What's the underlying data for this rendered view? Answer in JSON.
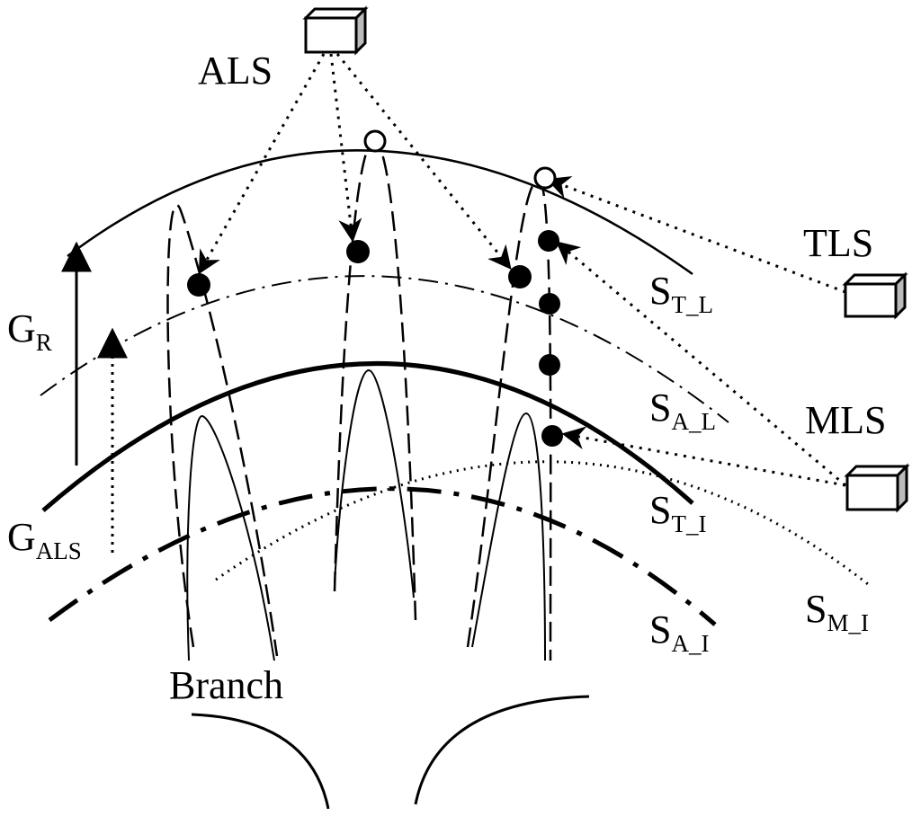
{
  "sensors": {
    "als": "ALS",
    "tls": "TLS",
    "mls": "MLS"
  },
  "surfaces": {
    "s_t_l": {
      "main": "S",
      "sub": "T_L"
    },
    "s_a_l": {
      "main": "S",
      "sub": "A_L"
    },
    "s_t_i": {
      "main": "S",
      "sub": "T_I"
    },
    "s_a_i": {
      "main": "S",
      "sub": "A_I"
    },
    "s_m_i": {
      "main": "S",
      "sub": "M_I"
    }
  },
  "gaps": {
    "g_r": {
      "main": "G",
      "sub": "R"
    },
    "g_als": {
      "main": "G",
      "sub": "ALS"
    }
  },
  "branch": "Branch"
}
